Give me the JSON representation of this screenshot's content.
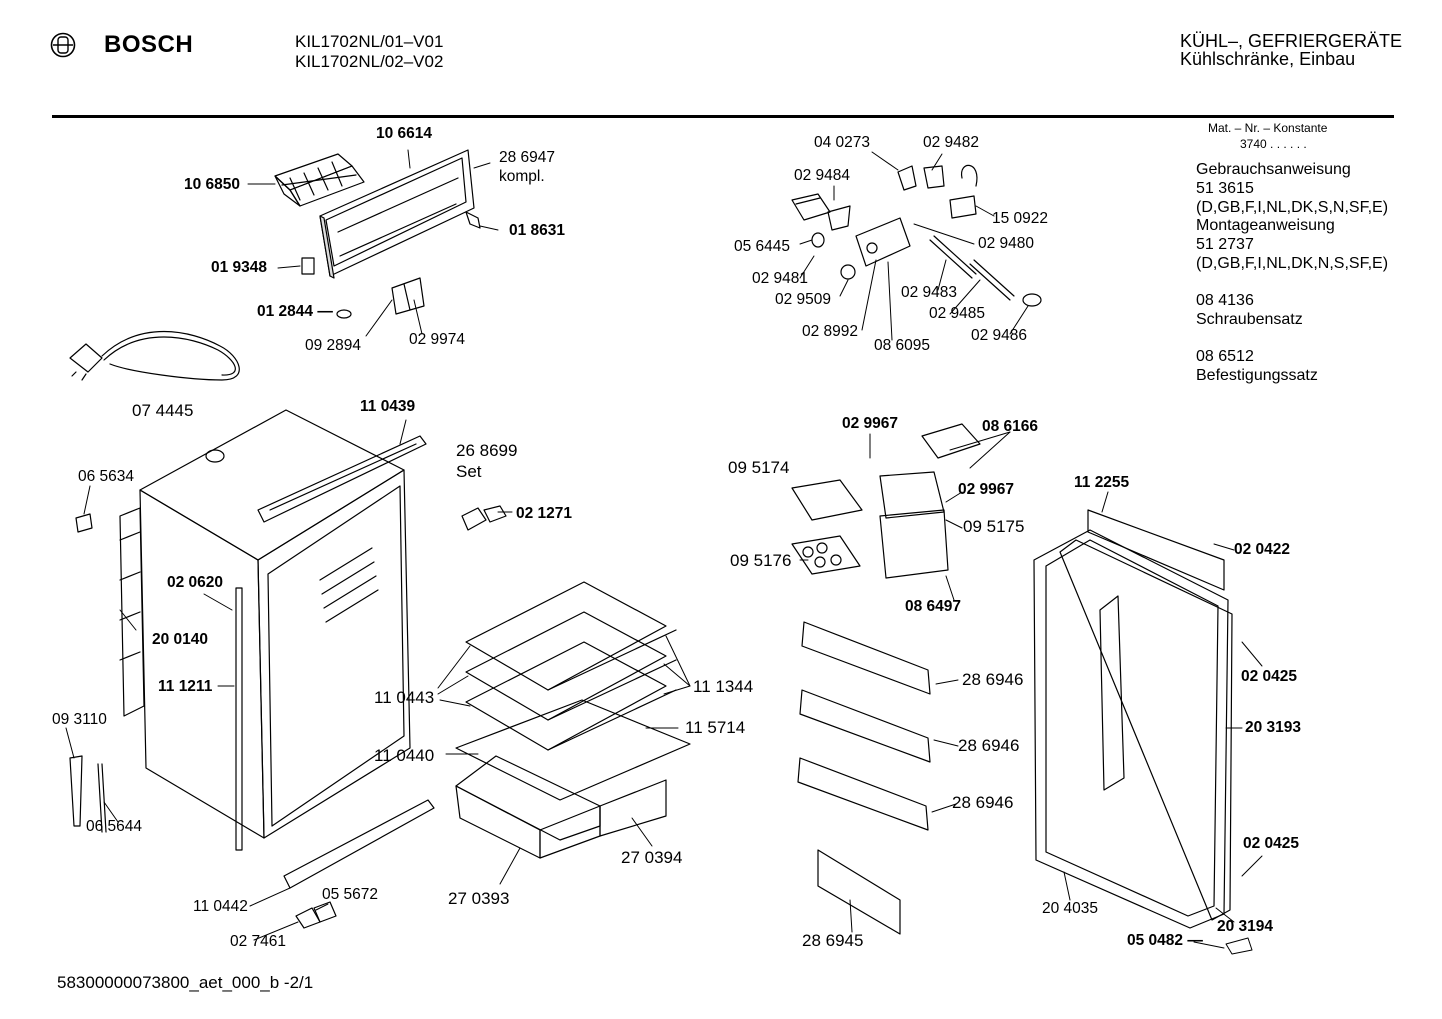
{
  "header": {
    "brand": "BOSCH",
    "models": [
      "KIL1702NL/01–V01",
      "KIL1702NL/02–V02"
    ],
    "category": [
      "KÜHL–, GEFRIERGERÄTE",
      "Kühlschränke, Einbau"
    ]
  },
  "sidebar": {
    "mat_label": "Mat. – Nr. – Konstante",
    "mat_value": "3740  .  .  .  .  .  .",
    "lines": [
      "Gebrauchsanweisung",
      "51 3615",
      "(D,GB,F,I,NL,DK,S,N,SF,E)",
      "Montageanweisung",
      "51 2737",
      "(D,GB,F,I,NL,DK,N,S,SF,E)",
      "",
      "08 4136",
      "Schraubensatz",
      "",
      "08 6512",
      "Befestigungssatz"
    ]
  },
  "parts": {
    "p106614": "10 6614",
    "p106850": "10 6850",
    "p286947": "28 6947",
    "p286947b": "kompl.",
    "p018631": "01 8631",
    "p019348": "01 9348",
    "p012844": "01 2844 —",
    "p092894": "09 2894",
    "p029974": "02 9974",
    "p074445": "07 4445",
    "p040273": "04 0273",
    "p029482": "02 9482",
    "p029484": "02 9484",
    "p150922": "15 0922",
    "p056445": "05 6445",
    "p029480": "02 9480",
    "p029481": "02 9481",
    "p029509": "02 9509",
    "p029483": "02 9483",
    "p029485": "02 9485",
    "p028992": "02 8992",
    "p086095": "08 6095",
    "p029486": "02 9486",
    "p110439": "11 0439",
    "p268699": "26 8699",
    "p268699b": "Set",
    "p021271": "02 1271",
    "p065634": "06 5634",
    "p020620": "02 0620",
    "p200140": "20 0140",
    "p111211": "11 1211",
    "p093110": "09 3110",
    "p065644": "06 5644",
    "p110443": "11 0443",
    "p111344": "11 1344",
    "p115714": "11 5714",
    "p110440": "11 0440",
    "p270394": "27 0394",
    "p270393": "27 0393",
    "p110442": "11 0442",
    "p055672": "05 5672",
    "p027461": "02 7461",
    "p029967a": "02 9967",
    "p086166": "08 6166",
    "p095174": "09 5174",
    "p029967b": "02 9967",
    "p095175": "09 5175",
    "p095176": "09 5176",
    "p086497": "08 6497",
    "p286946a": "28 6946",
    "p286946b": "28 6946",
    "p286946c": "28 6946",
    "p286945": "28 6945",
    "p112255": "11 2255",
    "p020422": "02 0422",
    "p020425a": "02 0425",
    "p203193": "20 3193",
    "p020425b": "02 0425",
    "p204035": "20 4035",
    "p203194": "20 3194",
    "p050482": "05 0482 —"
  },
  "footer": {
    "doc_id": "58300000073800_aet_000_b  -2/1"
  }
}
